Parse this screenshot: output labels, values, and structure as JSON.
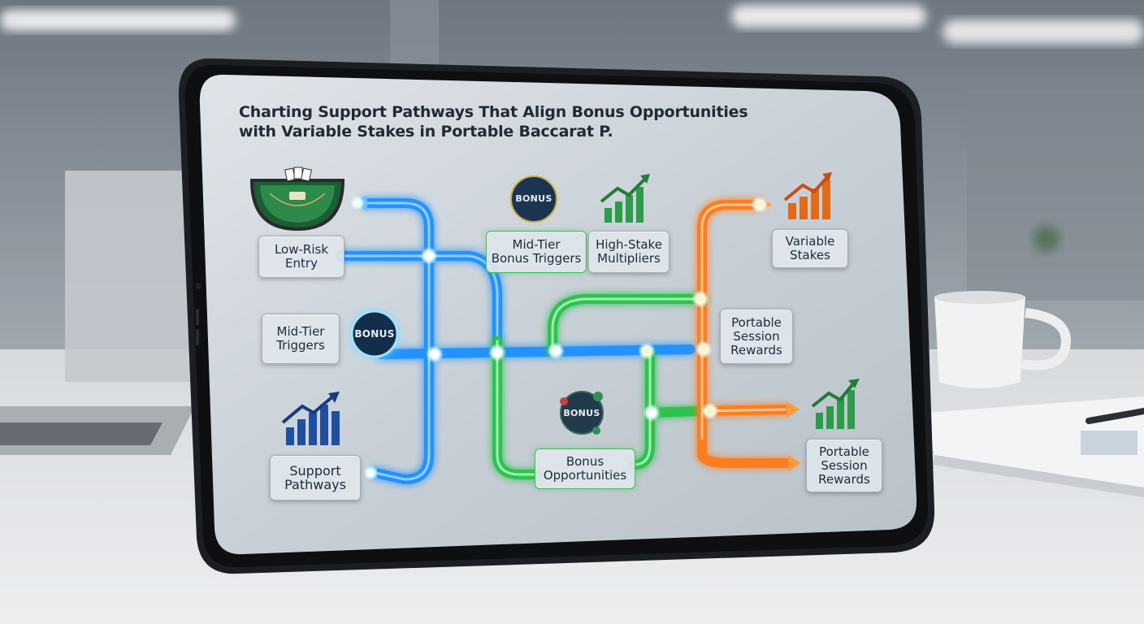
{
  "title": {
    "line1": "Charting Support Pathways That Align Bonus Opportunities",
    "line2": "with Variable Stakes in Portable Baccarat P."
  },
  "nodes": {
    "low_risk_entry": {
      "line1": "Low-Risk",
      "line2": "Entry"
    },
    "mid_tier_triggers": {
      "line1": "Mid-Tier",
      "line2": "Triggers"
    },
    "support_pathways": {
      "line1": "Support",
      "line2": "Pathways"
    },
    "mid_tier_bonus_triggers": {
      "line1": "Mid-Tier",
      "line2": "Bonus Triggers"
    },
    "high_stake_multipliers": {
      "line1": "High-Stake",
      "line2": "Multipliers"
    },
    "bonus_opportunities": {
      "line1": "Bonus",
      "line2": "Opportunities"
    },
    "variable_stakes": {
      "line1": "Variable",
      "line2": "Stakes"
    },
    "portable_session_rewards_mid": {
      "line1": "Portable",
      "line2": "Session",
      "line3": "Rewards"
    },
    "portable_session_rewards_bottom": {
      "line1": "Portable",
      "line2": "Session",
      "line3": "Rewards"
    }
  },
  "icons": {
    "bonus_text": "BONUS"
  },
  "colors": {
    "blue_path": "#1f8fff",
    "green_path": "#26c24a",
    "orange_path": "#ff7a12",
    "node_dot": "#eaffff",
    "bonus_badge": "#1b3550"
  }
}
